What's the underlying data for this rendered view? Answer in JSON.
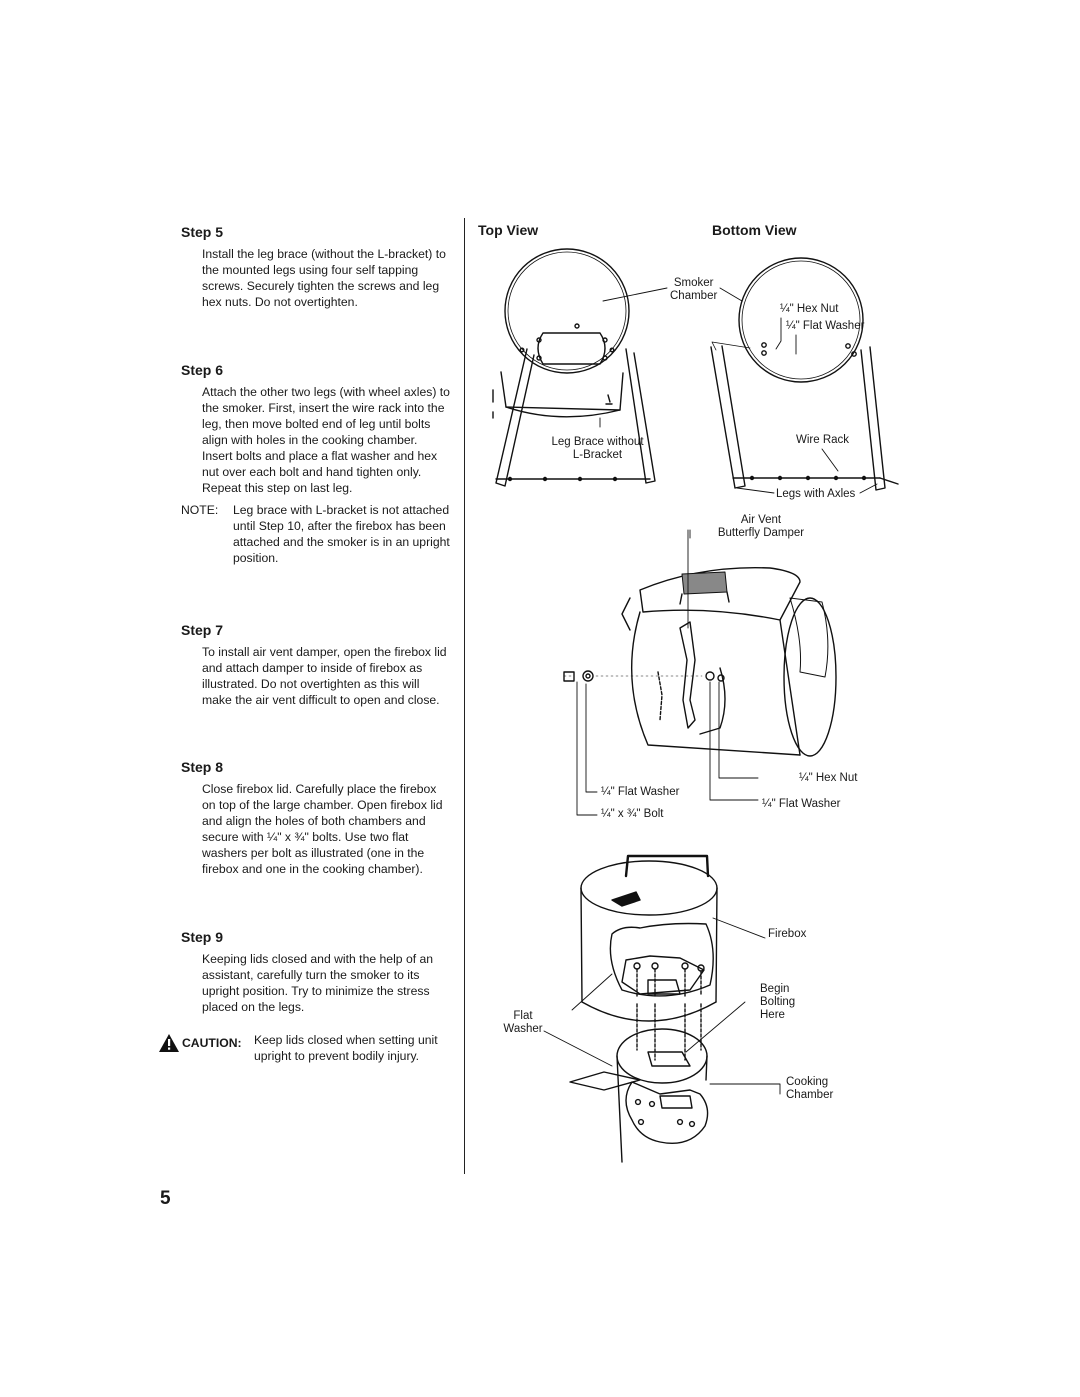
{
  "steps": [
    {
      "title": "Step 5",
      "text": "Install the leg brace (without the L-bracket) to the mounted legs using four self tapping screws. Securely tighten the screws and leg hex nuts. Do not overtighten."
    },
    {
      "title": "Step 6",
      "text": "Attach the other two legs (with wheel axles) to the smoker. First, insert the wire rack into the leg, then move bolted end of leg until bolts align with holes in the cooking chamber. Insert bolts and place a flat washer and hex nut over each bolt and hand tighten only. Repeat this step on last leg."
    },
    {
      "title": "Step 7",
      "text": "To install air vent damper, open the firebox lid and attach damper to inside of firebox as illustrated. Do not overtighten as this will make the air vent difficult to open and close."
    },
    {
      "title": "Step 8",
      "text": "Close firebox lid. Carefully place the firebox on top of the large chamber. Open firebox lid and align the holes of both chambers and secure with ¼\" x ¾\" bolts. Use two flat washers per bolt as illustrated  (one in the firebox and one in the cooking chamber)."
    },
    {
      "title": "Step 9",
      "text": "Keeping lids closed and with the help of an assistant, carefully turn the smoker to its upright position. Try to minimize the stress placed on the legs."
    }
  ],
  "note": {
    "label": "NOTE:",
    "text": "Leg brace with L-bracket is not attached until Step 10, after the firebox has been attached and the smoker is in an upright position."
  },
  "caution": {
    "label": "CAUTION:",
    "text": "Keep lids closed when setting unit upright to prevent bodily injury."
  },
  "page_number": "5",
  "figures": {
    "top_view": "Top View",
    "bottom_view": "Bottom View",
    "smoker_chamber": "Smoker\nChamber",
    "hex_nut_1": "¼\" Hex Nut",
    "flat_washer_1": "¼\" Flat Washer",
    "leg_brace": "Leg Brace without\nL-Bracket",
    "wire_rack": "Wire Rack",
    "legs_with_axles": "Legs with Axles",
    "air_vent": "Air Vent\nButterfly Damper",
    "hex_nut_2": "¼\" Hex Nut",
    "flat_washer_2": "¼\" Flat Washer",
    "flat_washer_3": "¼\" Flat Washer",
    "bolt": "¼\" x ¾\" Bolt",
    "firebox": "Firebox",
    "begin_bolting": "Begin\nBolting\nHere",
    "flat_washer_4": "Flat\nWasher",
    "cooking_chamber": "Cooking\nChamber"
  }
}
